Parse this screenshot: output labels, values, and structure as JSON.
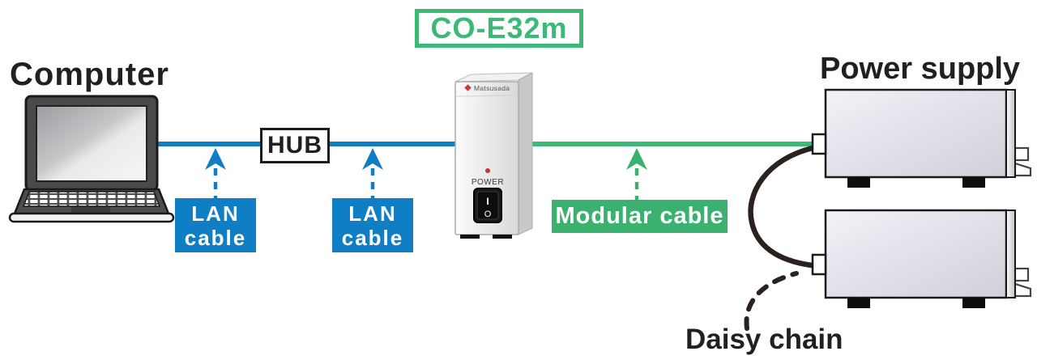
{
  "labels": {
    "computer": "Computer",
    "hub": "HUB",
    "model_badge": "CO-E32m",
    "power_supply": "Power supply",
    "daisy_chain": "Daisy chain",
    "lan_cable_1": {
      "line1": "LAN",
      "line2": "cable"
    },
    "lan_cable_2": {
      "line1": "LAN",
      "line2": "cable"
    },
    "modular_cable": "Modular cable"
  },
  "device": {
    "brand": "Matsusada",
    "power_label": "POWER",
    "switch_on": "I",
    "switch_off": "O"
  },
  "colors": {
    "lan_blue": "#0f7ec5",
    "modular_green_box": "#3ab16f",
    "badge_green": "#3cb878",
    "cable_dark": "#2b2220",
    "text_dark": "#231f20"
  }
}
